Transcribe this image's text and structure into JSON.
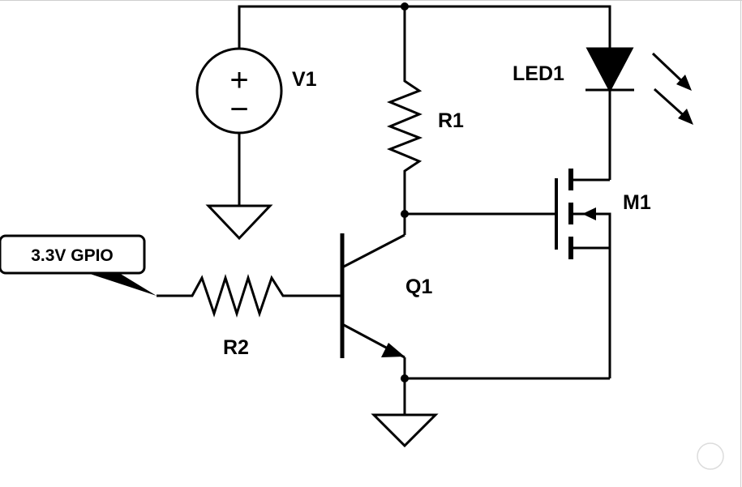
{
  "colors": {
    "wire": "#000000",
    "background": "#ffffff"
  },
  "components": {
    "v1": {
      "label": "V1",
      "plus": "+",
      "minus": "−"
    },
    "r1": {
      "label": "R1"
    },
    "r2": {
      "label": "R2"
    },
    "led": {
      "label": "LED1"
    },
    "q1": {
      "label": "Q1"
    },
    "m1": {
      "label": "M1"
    },
    "gpio": {
      "label": "3.3V GPIO"
    }
  }
}
